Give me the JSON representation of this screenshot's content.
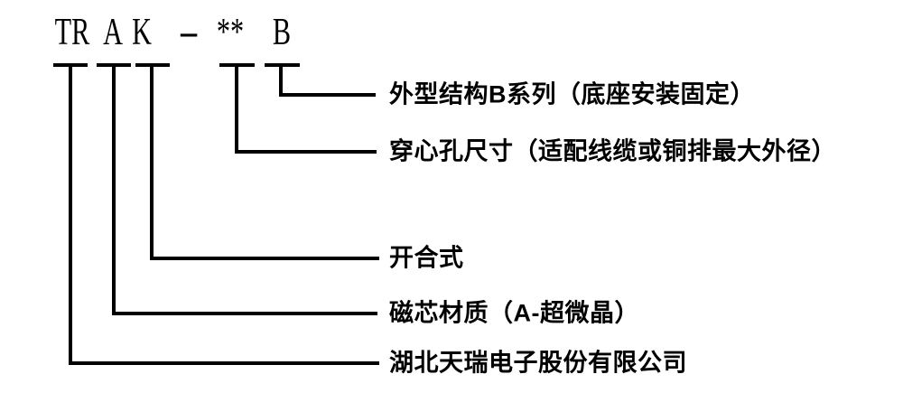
{
  "model_code": {
    "full": "TR A K - ** B",
    "tokens": [
      "TR",
      "A",
      "K",
      "-",
      "**",
      "B"
    ]
  },
  "branches": [
    {
      "token": "B",
      "label": "外型结构B系列（底座安装固定）"
    },
    {
      "token": "**",
      "label": "穿心孔尺寸（适配线缆或铜排最大外径）"
    },
    {
      "token": "K",
      "label": "开合式"
    },
    {
      "token": "A",
      "label": "磁芯材质（A-超微晶）"
    },
    {
      "token": "TR",
      "label": "湖北天瑞电子股份有限公司"
    }
  ],
  "colors": {
    "line": "#000000",
    "text": "#000000",
    "background": "#ffffff"
  }
}
